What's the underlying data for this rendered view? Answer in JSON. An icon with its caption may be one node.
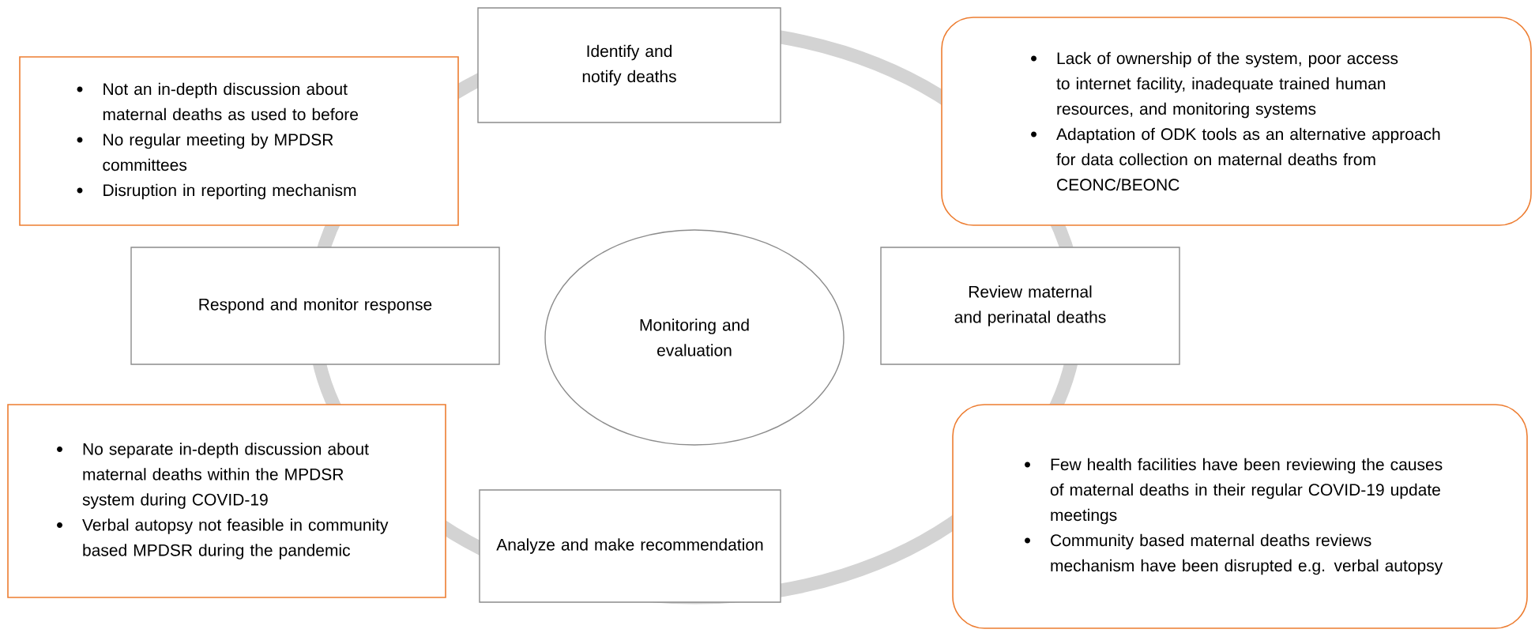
{
  "diagram": {
    "nodes": [
      {
        "text": [
          "Not an in-depth discussion about maternal deaths as used to before",
          "No regular meeting by MPDSR committees",
          "Disruption in reporting mechanism"
        ]
      },
      {
        "text": [
          "Identify and notify deaths"
        ]
      },
      {
        "text": [
          "Lack of ownership of the system, poor access to internet facility, inadequate trained human resources, and monitoring systems",
          "Adaptation of ODK tools as an alternative approach for data collection on maternal deaths from CEONC/BEONC"
        ]
      },
      {
        "text": [
          "Respond and monitor response"
        ]
      },
      {
        "text": [
          "Monitoring and evaluation"
        ]
      },
      {
        "text": [
          "Review maternal and perinatal deaths"
        ]
      },
      {
        "text": [
          "No separate in-depth discussion about maternal deaths within the MPDSR system during COVID-19",
          "Verbal autopsy not feasible in community based MPDSR during the pandemic"
        ]
      },
      {
        "text": [
          "Analyze and make recommendation"
        ]
      },
      {
        "text": [
          "Few health facilities have been reviewing the causes of maternal deaths in their regular COVID-19 update meetings",
          "Community based maternal deaths reviews mechanism have been disrupted e.g. verbal autopsy"
        ]
      }
    ]
  }
}
